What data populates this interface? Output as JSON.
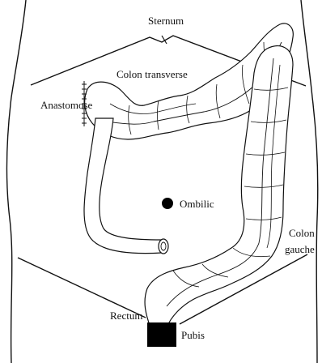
{
  "labels": {
    "sternum": "Sternum",
    "colon_transverse": "Colon transverse",
    "anastomose": "Anastomose",
    "ombilic": "Ombilic",
    "colon_gauche_line1": "Colon",
    "colon_gauche_line2": "gauche",
    "rectum": "Rectum",
    "pubis": "Pubis"
  },
  "colors": {
    "ink": "#111111",
    "background": "#ffffff",
    "marker": "#000000"
  }
}
